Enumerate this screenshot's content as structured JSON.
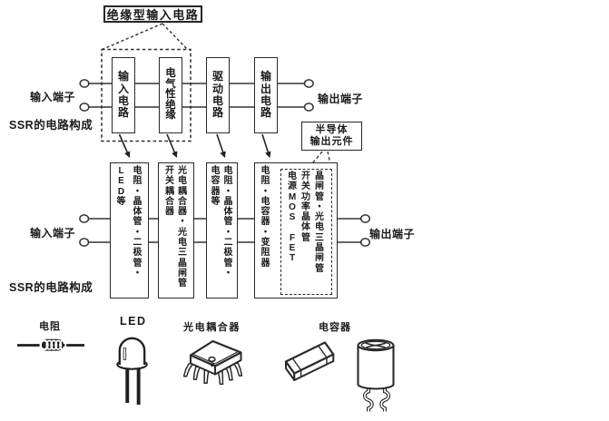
{
  "colors": {
    "ink": "#1e1e1e",
    "background": "#ffffff"
  },
  "top_section": {
    "callout": "绝缘型输入电路",
    "blocks": [
      "输入电路",
      "电气性绝缘",
      "驱动电路",
      "输出电路"
    ],
    "input_terminal": "输入端子",
    "output_terminal": "输出端子",
    "caption": "SSR的电路构成"
  },
  "bottom_section": {
    "callout": "半导体\n输出元件",
    "blocks": [
      "电阻・晶体管・二极管・\nLED等",
      "光电耦合器・光电三晶闸管\n开关耦合器",
      "电阻・晶体管・二极管・\n电容器等",
      "电阻・电容器・变阻器"
    ],
    "semiconductor_elements": "晶闸管・光电三晶闸管\n开关功率晶体管\n电源MOS FET",
    "input_terminal": "输入端子",
    "output_terminal": "输出端子",
    "caption": "SSR的电路构成"
  },
  "components": {
    "items": [
      {
        "label": "电阻",
        "icon": "resistor-icon"
      },
      {
        "label": "LED",
        "icon": "led-icon"
      },
      {
        "label": "光电耦合器",
        "icon": "photocoupler-icon"
      },
      {
        "label": "电容器",
        "icon": "capacitor-icon"
      }
    ]
  }
}
